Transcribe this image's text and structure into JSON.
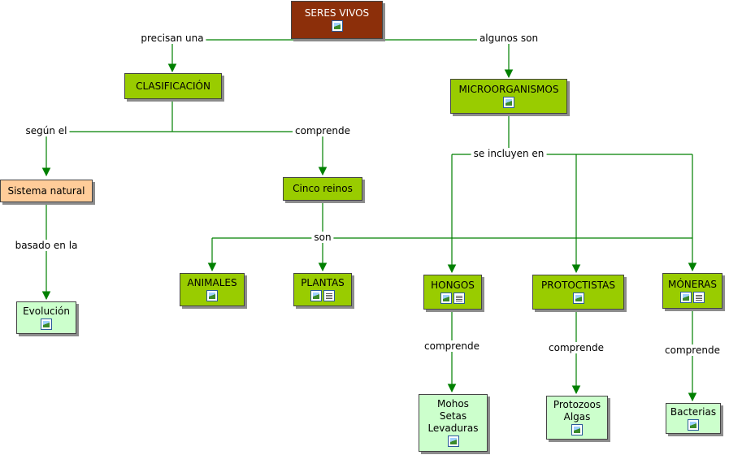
{
  "colors": {
    "root": "#8c2f0a",
    "concept": "#99cc00",
    "system": "#ffcc99",
    "leaf": "#ccffcc",
    "line": "#008000"
  },
  "nodes": {
    "seres_vivos": {
      "label": "SERES VIVOS",
      "icons": [
        "image-icon"
      ]
    },
    "clasificacion": {
      "label": "CLASIFICACIÓN",
      "icons": []
    },
    "microorganismos": {
      "label": "MICROORGANISMOS",
      "icons": [
        "image-icon"
      ]
    },
    "sistema_natural": {
      "label": "Sistema natural",
      "icons": []
    },
    "cinco_reinos": {
      "label": "Cinco reinos",
      "icons": []
    },
    "evolucion": {
      "label": "Evolución",
      "icons": [
        "image-icon"
      ]
    },
    "animales": {
      "label": "ANIMALES",
      "icons": [
        "image-icon"
      ]
    },
    "plantas": {
      "label": "PLANTAS",
      "icons": [
        "image-icon",
        "document-icon"
      ]
    },
    "hongos": {
      "label": "HONGOS",
      "icons": [
        "image-icon",
        "document-icon"
      ]
    },
    "protoctistas": {
      "label": "PROTOCTISTAS",
      "icons": [
        "image-icon"
      ]
    },
    "moneras": {
      "label": "MÓNERAS",
      "icons": [
        "image-icon",
        "document-icon"
      ]
    },
    "mohos": {
      "label": "Mohos\nSetas\nLevaduras",
      "icons": [
        "image-icon"
      ]
    },
    "protozoos": {
      "label": "Protozoos\nAlgas",
      "icons": [
        "image-icon"
      ]
    },
    "bacterias": {
      "label": "Bacterias",
      "icons": [
        "image-icon"
      ]
    }
  },
  "link_labels": {
    "precisan_una": "precisan una",
    "algunos_son": "algunos son",
    "segun_el": "según el",
    "comprende_1": "comprende",
    "se_incluyen_en": "se incluyen en",
    "basado_en_la": "basado en la",
    "son": "son",
    "comprende_hongos": "comprende",
    "comprende_protoctistas": "comprende",
    "comprende_moneras": "comprende"
  }
}
